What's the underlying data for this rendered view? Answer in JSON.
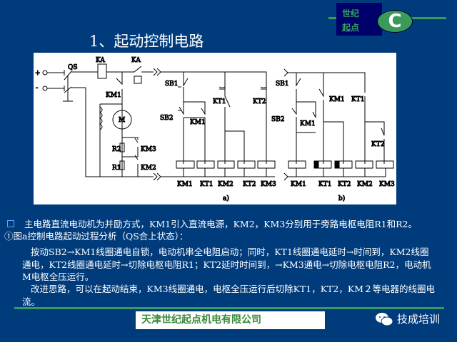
{
  "logo": {
    "line1": "世纪",
    "line2": "起点",
    "badge": "C"
  },
  "title": "1、起动控制电路",
  "diagram": {
    "labels_a": {
      "qs": "QS",
      "ka1": "KA",
      "ka2": "KA",
      "km1_main": "KM1",
      "motor": "M",
      "r2": "R2",
      "r1": "R1",
      "km3_main": "KM3",
      "km2_main": "KM2",
      "sb1": "SB1",
      "sb2": "SB2",
      "km1_aux": "KM1",
      "kt1": "KT1",
      "kt2": "KT2",
      "plus": "+",
      "minus": "-"
    },
    "coils_a": [
      "KM1",
      "KT1",
      "KM2",
      "KT2",
      "KM3"
    ],
    "caption_a": "a)",
    "labels_b": {
      "sb1": "SB1",
      "sb2": "SB2",
      "km1_aux": "KM1",
      "km1": "KM1",
      "kt1": "KT1",
      "kt2": "KT2"
    },
    "coils_b": [
      "KM1",
      "KT1",
      "KT2",
      "KM2",
      "KM3"
    ],
    "caption_b": "b)"
  },
  "text": {
    "p1": "主电路直流电动机为并励方式，KM1引入直流电源，KM2，KM3分别用于旁路电枢电阻R1和R2。",
    "p2": "①图a控制电路起动过程分析（QS合上状态）：",
    "p3": "按动SB2→KM1线圈通电自锁，电动机串全电阻启动；同时，KT1线圈通电延时→时间到，KM2线圈通电，KT2线圈通电延时→切除电枢电阻R1；KT2延时时间到，→KM3通电→切除电枢电阻R2，电动机M电枢全压运行。",
    "p4": "改进思路，可以在起动结束，KM3线圈通电，电枢全压运行后切除KT1，KT2，KM２等电器的线圈电流。"
  },
  "footer": {
    "company": "天津世纪起点机电有限公司",
    "wechat": "技成培训"
  },
  "colors": {
    "background": "#003c7c",
    "accent_green": "#3a9a5a"
  }
}
